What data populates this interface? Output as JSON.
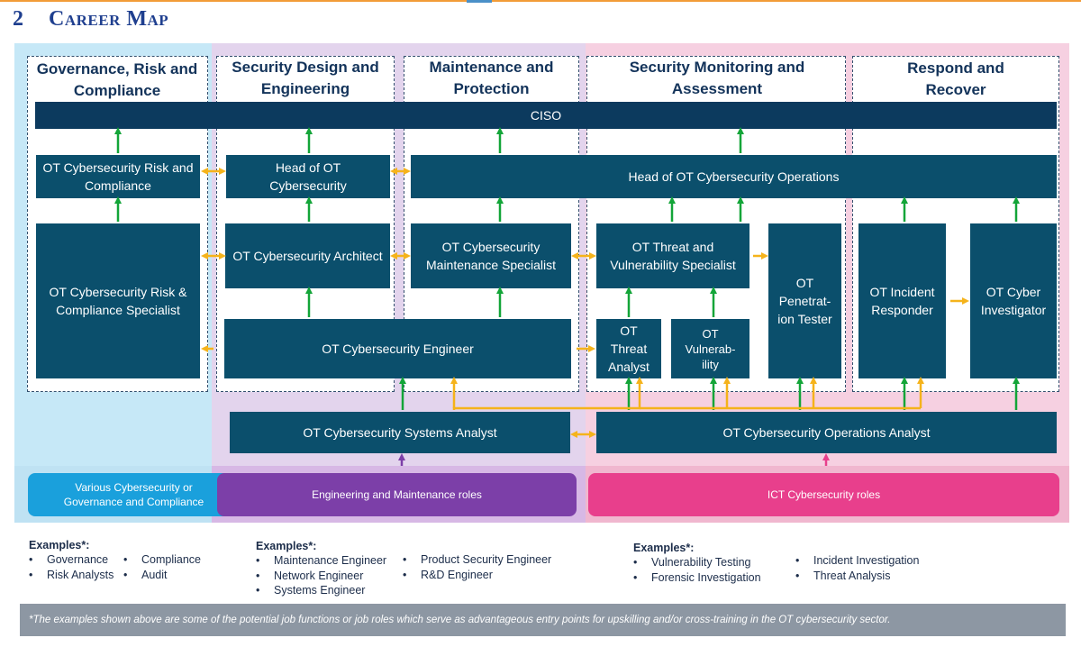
{
  "page_title": {
    "number": "2",
    "text": "Career Map"
  },
  "columns": [
    {
      "id": "grc",
      "label": "Governance, Risk and Compliance"
    },
    {
      "id": "sde",
      "label": "Security Design and Engineering"
    },
    {
      "id": "map",
      "label": "Maintenance and Protection"
    },
    {
      "id": "sma",
      "label": "Security Monitoring and Assessment"
    },
    {
      "id": "rr",
      "label": "Respond and Recover"
    }
  ],
  "roles": {
    "ciso": "CISO",
    "grc_head": "OT Cybersecurity Risk and Compliance",
    "grc_spec": "OT Cybersecurity Risk & Compliance Specialist",
    "head_ot_cyber": "Head of OT Cybersecurity",
    "architect": "OT Cybersecurity Architect",
    "engineer": "OT Cybersecurity Engineer",
    "head_ops": "Head of OT Cybersecurity Operations",
    "maint_spec": "OT Cybersecurity Maintenance Specialist",
    "threat_vuln_spec": "OT Threat and Vulnerability Specialist",
    "threat_analyst": "OT Threat Analyst",
    "vuln_analyst": "OT Vulnerab- ility",
    "pen_tester": "OT Penetrat- ion Tester",
    "incident_responder": "OT Incident Responder",
    "cyber_investigator": "OT Cyber Investigator",
    "systems_analyst": "OT Cybersecurity Systems Analyst",
    "ops_analyst": "OT Cybersecurity Operations Analyst"
  },
  "entry_roles": [
    {
      "label": "Various Cybersecurity or Governance and Compliance",
      "color": "#1aa0dc"
    },
    {
      "label": "Engineering and Maintenance roles",
      "color": "#7c3fa8"
    },
    {
      "label": "ICT Cybersecurity roles",
      "color": "#e83f8c"
    }
  ],
  "examples": [
    {
      "heading": "Examples*:",
      "col_a": [
        "Governance",
        "Risk Analysts"
      ],
      "col_b": [
        "Compliance",
        "Audit"
      ]
    },
    {
      "heading": "Examples*:",
      "col_a": [
        "Maintenance Engineer",
        "Network Engineer",
        "Systems Engineer"
      ],
      "col_b": [
        "Product Security Engineer",
        "R&D Engineer"
      ]
    },
    {
      "heading": "Examples*:",
      "col_a": [
        "Vulnerability Testing",
        "Forensic Investigation"
      ],
      "col_b": [
        "Incident Investigation",
        "Threat Analysis"
      ]
    }
  ],
  "footnote": "*The examples shown above are some of the potential job functions or job roles which serve as advantageous entry points for upskilling and/or cross-training in the OT cybersecurity sector.",
  "colors": {
    "role_box": "#0b4f6c",
    "arrow_up": "#13a538",
    "arrow_lateral": "#f5b31b",
    "blue_zone": "#c6e8f7",
    "lavender_zone": "#e3d4ed",
    "pink_zone": "#f6d0e1"
  }
}
